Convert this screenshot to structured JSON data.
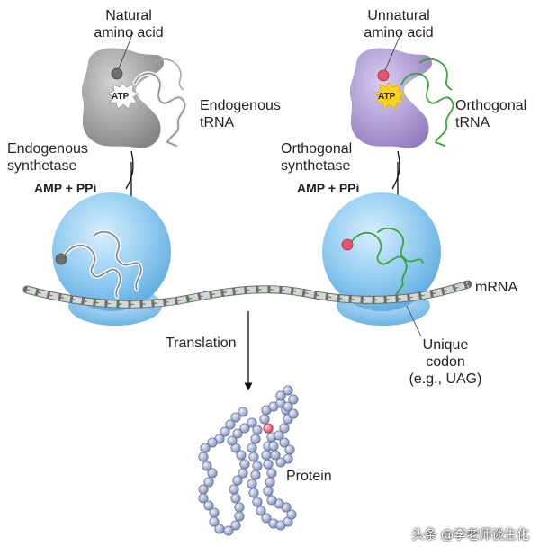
{
  "left": {
    "amino_acid_label_1": "Natural",
    "amino_acid_label_2": "amino acid",
    "trna_label_1": "Endogenous",
    "trna_label_2": "tRNA",
    "synthetase_label_1": "Endogenous",
    "synthetase_label_2": "synthetase",
    "byproduct": "AMP + PPi",
    "atp": "ATP",
    "colors": {
      "synthetase": "#9a9a9a",
      "trna": "#a8a8a8",
      "amino_acid": "#7a7a7a"
    }
  },
  "right": {
    "amino_acid_label_1": "Unnatural",
    "amino_acid_label_2": "amino acid",
    "trna_label_1": "Orthogonal",
    "trna_label_2": "tRNA",
    "synthetase_label_1": "Orthogonal",
    "synthetase_label_2": "synthetase",
    "byproduct": "AMP + PPi",
    "atp": "ATP",
    "colors": {
      "synthetase": "#a896cf",
      "trna": "#3aa33a",
      "amino_acid": "#e8556a"
    }
  },
  "mrna_label": "mRNA",
  "translation_label": "Translation",
  "codon_label_1": "Unique",
  "codon_label_2": "codon",
  "codon_label_3": "(e.g., UAG)",
  "protein_label": "Protein",
  "watermark": "头条 @李老师谈生化",
  "colors": {
    "ribosome": "#8ec8ef",
    "bead": "#a7b3d8",
    "atp_burst_left": "#ffffff",
    "atp_burst_right": "#ffd21e"
  }
}
